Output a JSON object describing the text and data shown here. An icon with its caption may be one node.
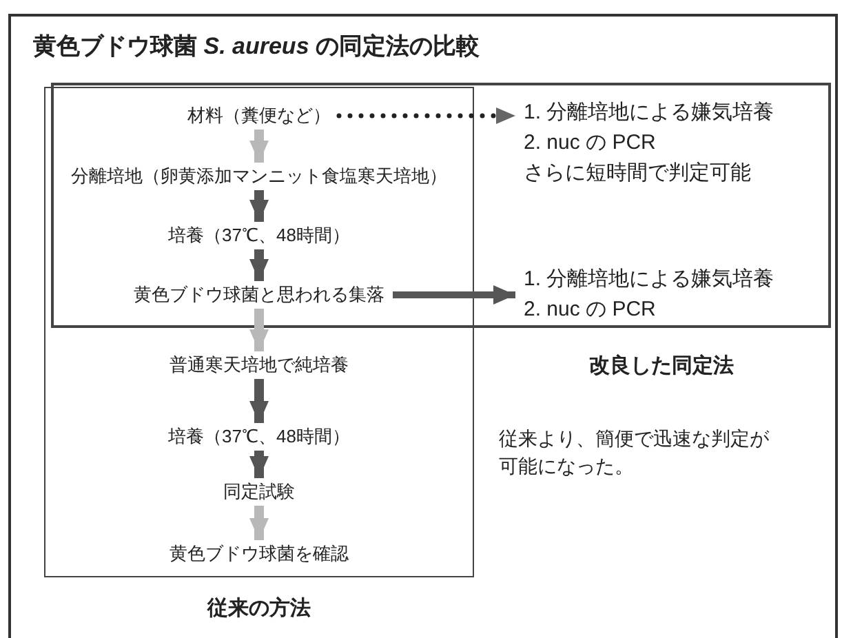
{
  "diagram": {
    "title": "黄色ブドウ球菌 *S. aureus* の同定法の比較",
    "nodes": [
      {
        "text": [
          "従来の方法"
        ]
      },
      {
        "text": [
          "改良した同定法"
        ]
      },
      {
        "text": [
          "材料（糞便など）"
        ]
      },
      {
        "text": [
          "分離培地（卵黄添加マンニット食塩寒天培地）"
        ]
      },
      {
        "text": [
          "培養（37℃、48時間）"
        ]
      },
      {
        "text": [
          "黄色ブドウ球菌と思われる集落"
        ]
      },
      {
        "text": [
          "普通寒天培地で純培養"
        ],
        "in": 0
      },
      {
        "text": [
          "培養（37℃、48時間）"
        ],
        "in": 0
      },
      {
        "text": [
          "同定試験"
        ],
        "in": 0
      },
      {
        "text": [
          "黄色ブドウ球菌を確認"
        ],
        "in": 0
      },
      {
        "text": [
          "1. 分離培地による嫌気培養",
          "2. nuc の PCR",
          "さらに短時間で判定可能"
        ],
        "in": 1
      },
      {
        "text": [
          "1. 分離培地による嫌気培養",
          "2. nuc の PCR"
        ],
        "in": 1
      }
    ],
    "edges": [
      {
        "from": 2,
        "to": 3,
        "arrow": "to",
        "color": "#b8b8b8"
      },
      {
        "from": 3,
        "to": 4,
        "arrow": "to"
      },
      {
        "from": 4,
        "to": 5,
        "arrow": "to"
      },
      {
        "from": 5,
        "to": 6,
        "arrow": "to",
        "color": "#b8b8b8"
      },
      {
        "from": 6,
        "to": 7,
        "arrow": "to"
      },
      {
        "from": 7,
        "to": 8,
        "arrow": "to"
      },
      {
        "from": 8,
        "to": 9,
        "arrow": "to",
        "color": "#b8b8b8"
      },
      {
        "from": 2,
        "to": 10,
        "arrow": "to",
        "style": "dashed"
      },
      {
        "from": 5,
        "to": 11,
        "arrow": "to"
      }
    ],
    "labels": [
      "従来より、簡便で迅速な判定が可能になった。"
    ]
  }
}
